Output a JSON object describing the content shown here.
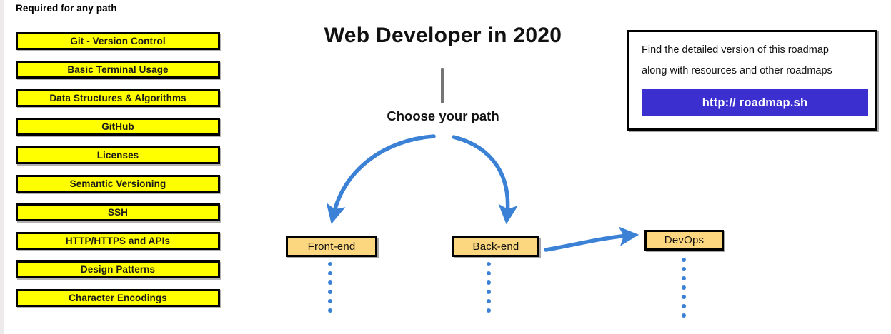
{
  "page": {
    "title": "Web Developer in 2020",
    "subtitle": "Choose your path"
  },
  "required_section": {
    "header": "Required for any path",
    "items": [
      {
        "label": "Git - Version Control"
      },
      {
        "label": "Basic Terminal Usage"
      },
      {
        "label": "Data Structures & Algorithms"
      },
      {
        "label": "GitHub"
      },
      {
        "label": "Licenses"
      },
      {
        "label": "Semantic Versioning"
      },
      {
        "label": "SSH"
      },
      {
        "label": "HTTP/HTTPS and APIs"
      },
      {
        "label": "Design Patterns"
      },
      {
        "label": "Character Encodings"
      }
    ]
  },
  "paths": [
    {
      "label": "Front-end"
    },
    {
      "label": "Back-end"
    },
    {
      "label": "DevOps"
    }
  ],
  "info_card": {
    "line1": "Find the detailed version of this roadmap",
    "line2": "along with resources and other roadmaps",
    "button_label": "http:// roadmap.sh"
  },
  "colors": {
    "required_box_fill": "#ffff00",
    "path_box_fill": "#fcd77f",
    "arrow_blue": "#3b82d6",
    "button_indigo": "#3b2fd0",
    "outline_black": "#000000",
    "stem_gray": "#757575"
  }
}
